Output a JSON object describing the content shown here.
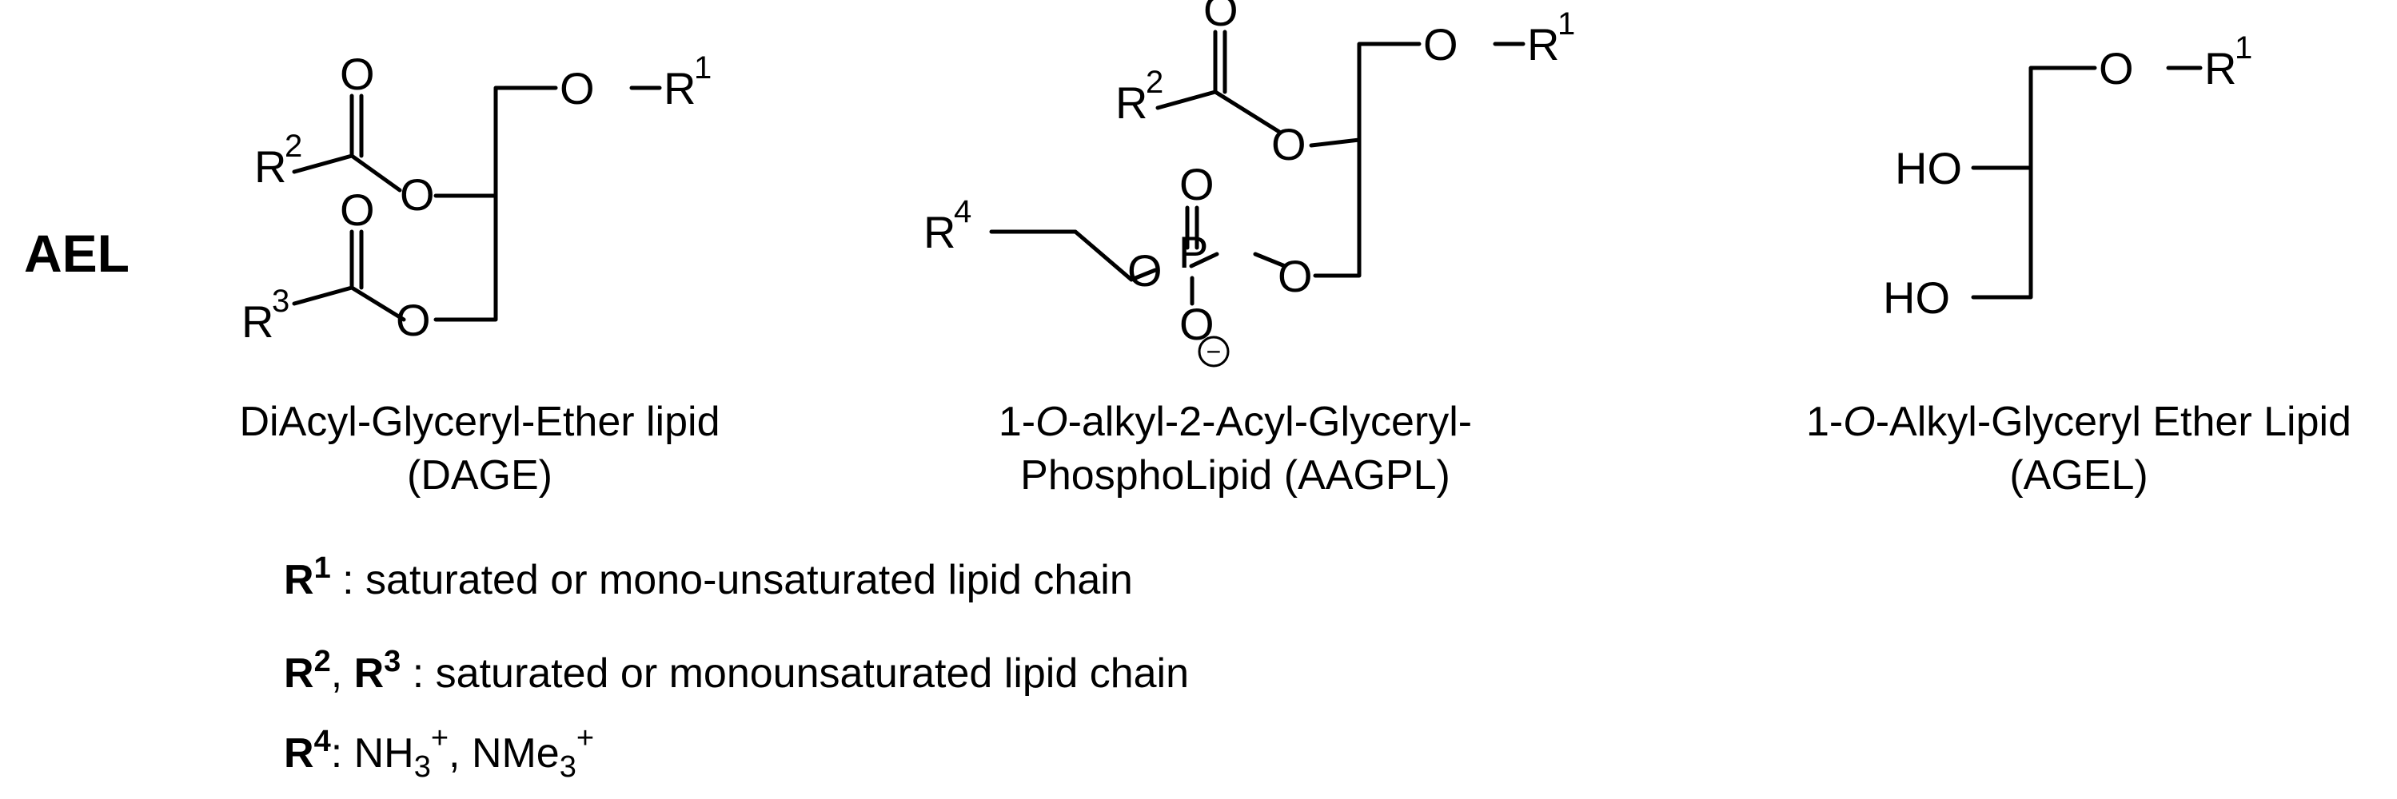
{
  "label": "AEL",
  "molecules": [
    {
      "caption_line1": "DiAcyl-Glyceryl-Ether lipid",
      "caption_line2": "(DAGE)"
    },
    {
      "caption_prefix": "1-",
      "caption_italic": "O",
      "caption_rest": "-alkyl-2-Acyl-Glyceryl-",
      "caption_line2": "PhosphoLipid  (AAGPL)"
    },
    {
      "caption_prefix": "1-",
      "caption_italic": "O",
      "caption_rest": "-Alkyl-Glyceryl Ether Lipid",
      "caption_line2": "(AGEL)"
    }
  ],
  "atoms": {
    "O": "O",
    "R": "R",
    "P": "P",
    "HO": "HO",
    "minus": "−"
  },
  "sup": {
    "one": "1",
    "two": "2",
    "three": "3",
    "four": "4"
  },
  "legend": [
    {
      "sym": "R",
      "sup": "1",
      "text": " : saturated or mono-unsaturated lipid chain"
    },
    {
      "sym": "R",
      "sup": "2",
      "sep": ", ",
      "sym2": "R",
      "sup2": "3",
      "text": " : saturated or monounsaturated lipid chain"
    },
    {
      "sym": "R",
      "sup": "4",
      "text": ": NH",
      "sub1": "3",
      "sup_plus1": "+",
      "mid": ", NMe",
      "sub2": "3",
      "sup_plus2": "+"
    }
  ]
}
